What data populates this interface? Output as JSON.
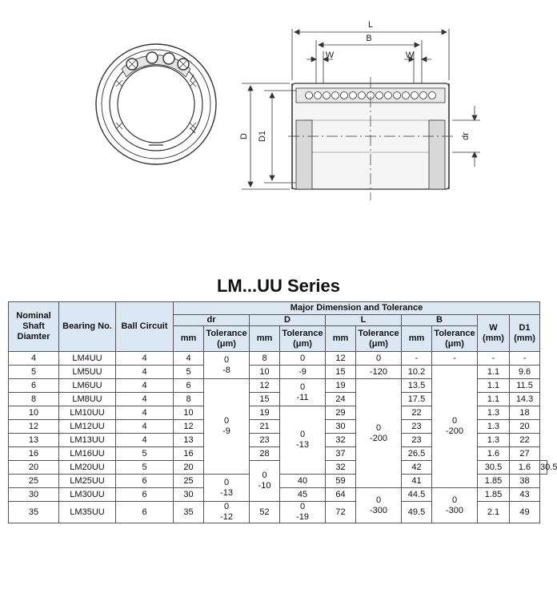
{
  "diagram": {
    "labels": {
      "L": "L",
      "B": "B",
      "W_left": "W",
      "W_right": "W",
      "D": "D",
      "D1": "D1",
      "dr": "dr"
    }
  },
  "title": "LM...UU Series",
  "header": {
    "nominal": "Nominal Shaft Diamter",
    "bearing_no": "Bearing No.",
    "ball_circuit": "Ball Circuit",
    "major": "Major Dimension and Tolerance",
    "dr": "dr",
    "D": "D",
    "L": "L",
    "B": "B",
    "W": "W (mm)",
    "D1": "D1 (mm)",
    "mm": "mm",
    "tolerance": "Tolerance (μm)"
  },
  "rows": [
    {
      "shaft": "4",
      "bearing": "LM4UU",
      "ball": "4",
      "dr": "4",
      "D": "8",
      "L": "12",
      "B": "-",
      "W": "-",
      "D1": "-"
    },
    {
      "shaft": "5",
      "bearing": "LM5UU",
      "ball": "4",
      "dr": "5",
      "D": "10",
      "L": "15",
      "B": "10.2",
      "W": "1.1",
      "D1": "9.6"
    },
    {
      "shaft": "6",
      "bearing": "LM6UU",
      "ball": "4",
      "dr": "6",
      "D": "12",
      "L": "19",
      "B": "13.5",
      "W": "1.1",
      "D1": "11.5"
    },
    {
      "shaft": "8",
      "bearing": "LM8UU",
      "ball": "4",
      "dr": "8",
      "D": "15",
      "L": "24",
      "B": "17.5",
      "W": "1.1",
      "D1": "14.3"
    },
    {
      "shaft": "10",
      "bearing": "LM10UU",
      "ball": "4",
      "dr": "10",
      "D": "19",
      "L": "29",
      "B": "22",
      "W": "1.3",
      "D1": "18"
    },
    {
      "shaft": "12",
      "bearing": "LM12UU",
      "ball": "4",
      "dr": "12",
      "D": "21",
      "L": "30",
      "B": "23",
      "W": "1.3",
      "D1": "20"
    },
    {
      "shaft": "13",
      "bearing": "LM13UU",
      "ball": "4",
      "dr": "13",
      "D": "23",
      "L": "32",
      "B": "23",
      "W": "1.3",
      "D1": "22"
    },
    {
      "shaft": "16",
      "bearing": "LM16UU",
      "ball": "5",
      "dr": "16",
      "D": "28",
      "L": "37",
      "B": "26.5",
      "W": "1.6",
      "D1": "27"
    },
    {
      "shaft": "20",
      "bearing": "LM20UU",
      "ball": "5",
      "dr": "20",
      "D": "32",
      "L": "42",
      "B": "30.5",
      "W": "1.6",
      "D1": "30.5"
    },
    {
      "shaft": "25",
      "bearing": "LM25UU",
      "ball": "6",
      "dr": "25",
      "D": "40",
      "L": "59",
      "B": "41",
      "W": "1.85",
      "D1": "38"
    },
    {
      "shaft": "30",
      "bearing": "LM30UU",
      "ball": "6",
      "dr": "30",
      "D": "45",
      "L": "64",
      "B": "44.5",
      "W": "1.85",
      "D1": "43"
    },
    {
      "shaft": "35",
      "bearing": "LM35UU",
      "ball": "6",
      "dr": "35",
      "D": "52",
      "L": "72",
      "B": "49.5",
      "W": "2.1",
      "D1": "49"
    }
  ],
  "tol": {
    "dr_a": "0",
    "dr_b": "-8",
    "dr_c": "0",
    "dr_d": "-9",
    "dr_e": "0",
    "dr_f": "-10",
    "dr_g": "0",
    "dr_h": "-12",
    "D_a": "0",
    "D_b": "-9",
    "D_c": "0",
    "D_d": "-11",
    "D_e": "0",
    "D_f": "-13",
    "D_g": "0",
    "D_h": "-13",
    "D_i": "0",
    "D_j": "-19",
    "L_a": "0",
    "L_b": "-120",
    "L_c": "0",
    "L_d": "-200",
    "L_e": "0",
    "L_f": "-300",
    "B_a": "-",
    "B_c": "0",
    "B_d": "-200",
    "B_e": "0",
    "B_f": "-300"
  }
}
